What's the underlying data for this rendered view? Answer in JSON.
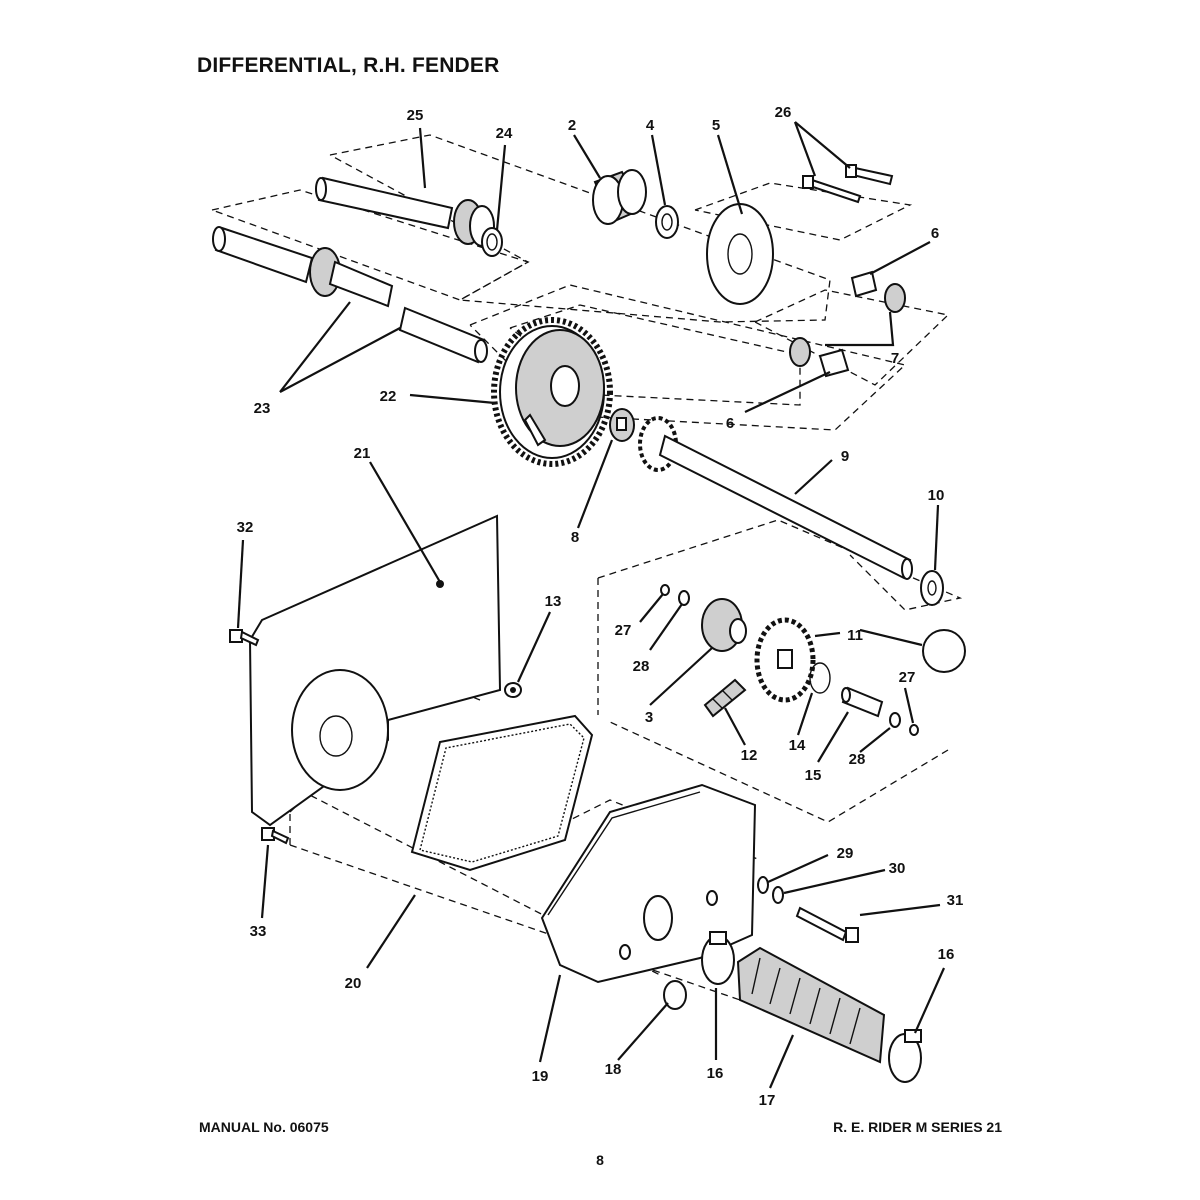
{
  "header": {
    "title": "DIFFERENTIAL, R.H. FENDER"
  },
  "diagram": {
    "callouts": [
      "25",
      "24",
      "2",
      "4",
      "5",
      "26",
      "6",
      "7",
      "23",
      "22",
      "6",
      "21",
      "9",
      "8",
      "10",
      "32",
      "13",
      "27",
      "11",
      "28",
      "3",
      "27",
      "12",
      "14",
      "15",
      "28",
      "29",
      "30",
      "31",
      "33",
      "20",
      "16",
      "19",
      "18",
      "16",
      "17"
    ]
  },
  "footer": {
    "manual": "MANUAL No. 06075",
    "model": "R. E. RIDER M SERIES 21",
    "page": "8"
  }
}
